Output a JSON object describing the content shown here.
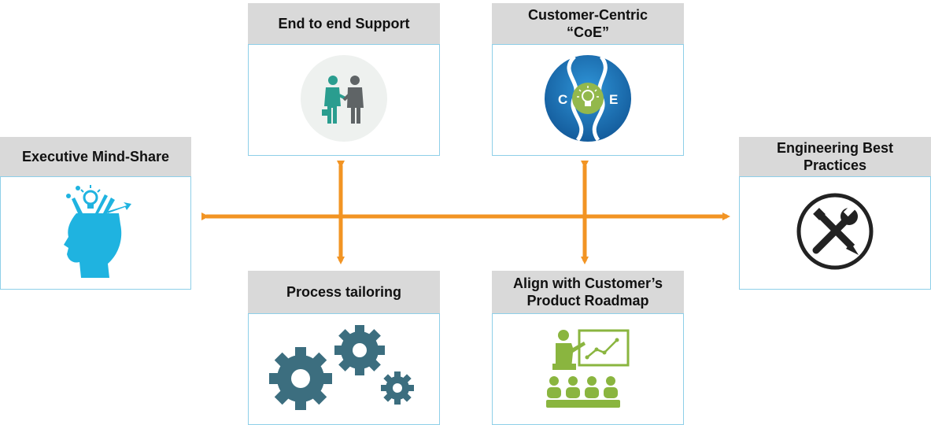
{
  "cards": {
    "end_to_end": {
      "title": "End to end Support",
      "icon": "handshake-icon"
    },
    "coe": {
      "title": "Customer-Centric\n“CoE”",
      "icon": "coe-lightbulb-icon",
      "letter_left": "C",
      "letter_right": "E"
    },
    "executive": {
      "title": "Executive Mind-Share",
      "icon": "creative-head-icon"
    },
    "engineering": {
      "title": "Engineering Best\nPractices",
      "icon": "wrench-pencil-icon"
    },
    "process": {
      "title": "Process tailoring",
      "icon": "gears-icon"
    },
    "roadmap": {
      "title": "Align with Customer’s\nProduct Roadmap",
      "icon": "presentation-audience-icon"
    }
  },
  "colors": {
    "header_bg": "#d9d9d9",
    "body_border": "#8ecfe8",
    "connector": "#f29423",
    "head_icon": "#1fb3e0",
    "handshake_left": "#2a9d8f",
    "handshake_right": "#5f6466",
    "coe_blue": "#1d7fc6",
    "coe_green": "#93b84c",
    "gear": "#3c6e7f",
    "presentation": "#8ab53f",
    "tool_dark": "#222222"
  }
}
